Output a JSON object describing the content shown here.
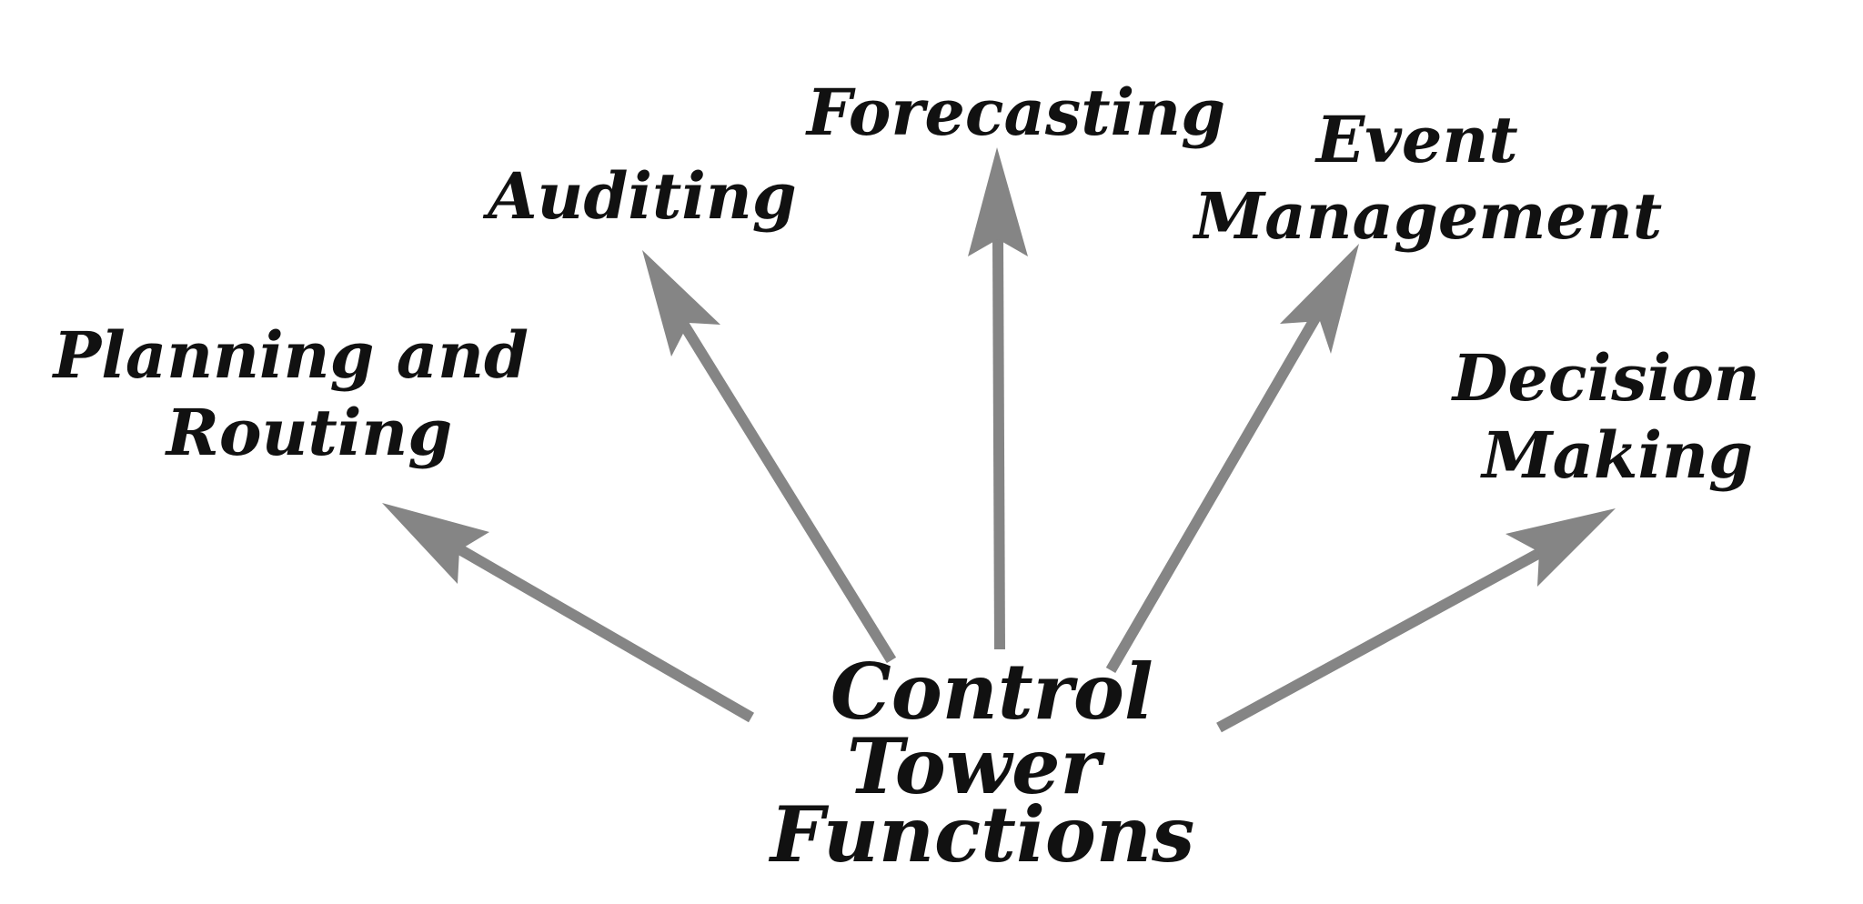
{
  "diagram": {
    "center": {
      "lines": [
        "Control",
        "Tower",
        "Functions"
      ]
    },
    "functions": [
      {
        "id": "planning-and-routing",
        "lines": [
          "Planning and",
          "Routing"
        ]
      },
      {
        "id": "auditing",
        "lines": [
          "Auditing"
        ]
      },
      {
        "id": "forecasting",
        "lines": [
          "Forecasting"
        ]
      },
      {
        "id": "event-management",
        "lines": [
          "Event",
          "Management"
        ]
      },
      {
        "id": "decision-making",
        "lines": [
          "Decision",
          "Making"
        ]
      }
    ],
    "colors": {
      "arrow": "#858585",
      "text": "#111111",
      "background": "#ffffff"
    }
  }
}
